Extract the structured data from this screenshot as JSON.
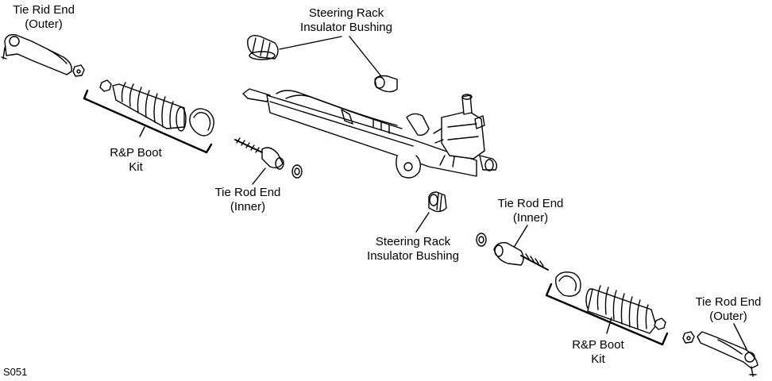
{
  "labels": {
    "tie_rod_end_outer_left": {
      "line1": "Tie Rid End",
      "line2": "(Outer)"
    },
    "rp_boot_kit_left": {
      "line1": "R&P Boot",
      "line2": "Kit"
    },
    "tie_rod_end_inner_left": {
      "line1": "Tie Rod End",
      "line2": "(Inner)"
    },
    "steering_rack_bushing_top": {
      "line1": "Steering Rack",
      "line2": "Insulator Bushing"
    },
    "steering_rack_bushing_mid": {
      "line1": "Steering Rack",
      "line2": "Insulator Bushing"
    },
    "tie_rod_end_inner_right": {
      "line1": "Tie Rod End",
      "line2": "(Inner)"
    },
    "rp_boot_kit_right": {
      "line1": "R&P Boot",
      "line2": "Kit"
    },
    "tie_rod_end_outer_right": {
      "line1": "Tie Rod End",
      "line2": "(Outer)"
    }
  },
  "figure_code": "S051"
}
